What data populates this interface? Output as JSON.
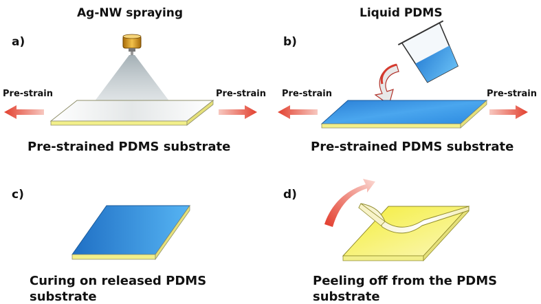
{
  "panels": {
    "a": {
      "letter": "a)",
      "header": "Ag-NW spraying",
      "left_arrow": "Pre-strain",
      "right_arrow": "Pre-strain",
      "caption": "Pre-strained PDMS substrate"
    },
    "b": {
      "letter": "b)",
      "header": "Liquid PDMS",
      "left_arrow": "Pre-strain",
      "right_arrow": "Pre-strain",
      "caption": "Pre-strained PDMS substrate"
    },
    "c": {
      "letter": "c)",
      "caption_line1": "Curing on released PDMS",
      "caption_line2": "substrate"
    },
    "d": {
      "letter": "d)",
      "caption_line1": "Peeling off from the PDMS",
      "caption_line2": "substrate"
    }
  },
  "colors": {
    "pdms_blue": "#2f8fe0",
    "substrate_yellow": "#f2ef8a",
    "strain_arrow_red": "#e04a3a",
    "spray_cone_gray": "#b9c3c8",
    "nozzle_gold": "#d99a1c"
  }
}
